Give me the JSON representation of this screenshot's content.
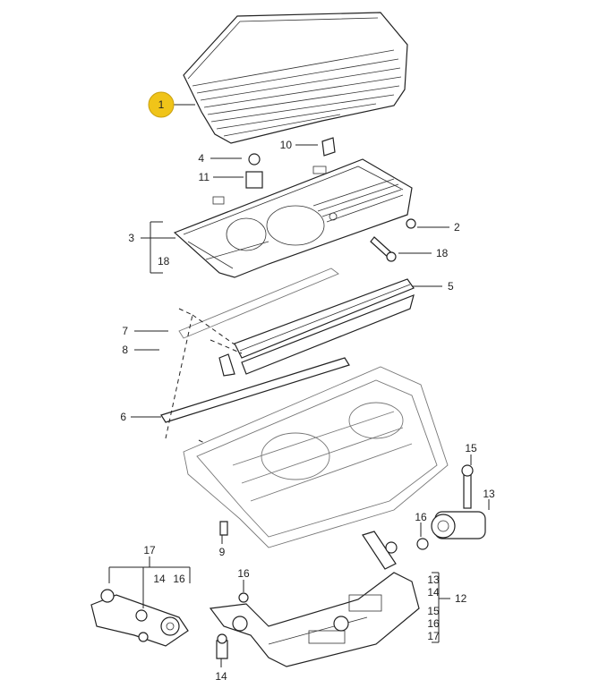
{
  "callouts": {
    "c1": "1",
    "c2": "2",
    "c3": "3",
    "c4": "4",
    "c5": "5",
    "c6": "6",
    "c7": "7",
    "c8": "8",
    "c9": "9",
    "c10": "10",
    "c11": "11",
    "c12": "12",
    "c13a": "13",
    "c13b": "13",
    "c14a": "14",
    "c14b": "14",
    "c14c": "14",
    "c15a": "15",
    "c15b": "15",
    "c16a": "16",
    "c16b": "16",
    "c16c": "16",
    "c16d": "16",
    "c17a": "17",
    "c17b": "17",
    "c18a": "18",
    "c18b": "18"
  },
  "highlight": {
    "item": "1",
    "color": "#f0c419"
  }
}
